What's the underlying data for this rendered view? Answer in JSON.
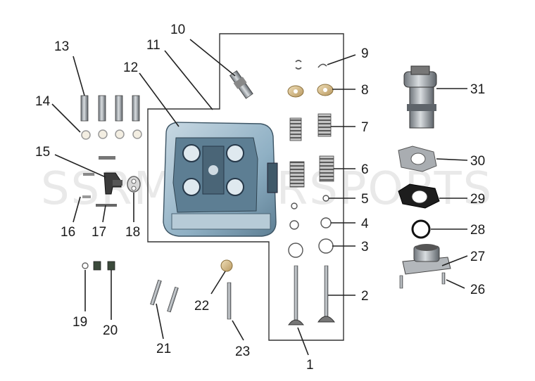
{
  "watermark": "SSRMOTORSPORTS",
  "callouts": [
    {
      "id": "1",
      "label": "1"
    },
    {
      "id": "2",
      "label": "2"
    },
    {
      "id": "3",
      "label": "3"
    },
    {
      "id": "4",
      "label": "4"
    },
    {
      "id": "5",
      "label": "5"
    },
    {
      "id": "6",
      "label": "6"
    },
    {
      "id": "7",
      "label": "7"
    },
    {
      "id": "8",
      "label": "8"
    },
    {
      "id": "9",
      "label": "9"
    },
    {
      "id": "10",
      "label": "10"
    },
    {
      "id": "11",
      "label": "11"
    },
    {
      "id": "12",
      "label": "12"
    },
    {
      "id": "13",
      "label": "13"
    },
    {
      "id": "14",
      "label": "14"
    },
    {
      "id": "15",
      "label": "15"
    },
    {
      "id": "16",
      "label": "16"
    },
    {
      "id": "17",
      "label": "17"
    },
    {
      "id": "18",
      "label": "18"
    },
    {
      "id": "19",
      "label": "19"
    },
    {
      "id": "20",
      "label": "20"
    },
    {
      "id": "21",
      "label": "21"
    },
    {
      "id": "22",
      "label": "22"
    },
    {
      "id": "23",
      "label": "23"
    },
    {
      "id": "26",
      "label": "26"
    },
    {
      "id": "27",
      "label": "27"
    },
    {
      "id": "28",
      "label": "28"
    },
    {
      "id": "29",
      "label": "29"
    },
    {
      "id": "30",
      "label": "30"
    },
    {
      "id": "31",
      "label": "31"
    }
  ],
  "colors": {
    "metal": "#b8bcc0",
    "metal_dark": "#6d7379",
    "head_blue": "#8fb0c4",
    "spring": "#9a9a9a",
    "black": "#1d1d1d"
  }
}
